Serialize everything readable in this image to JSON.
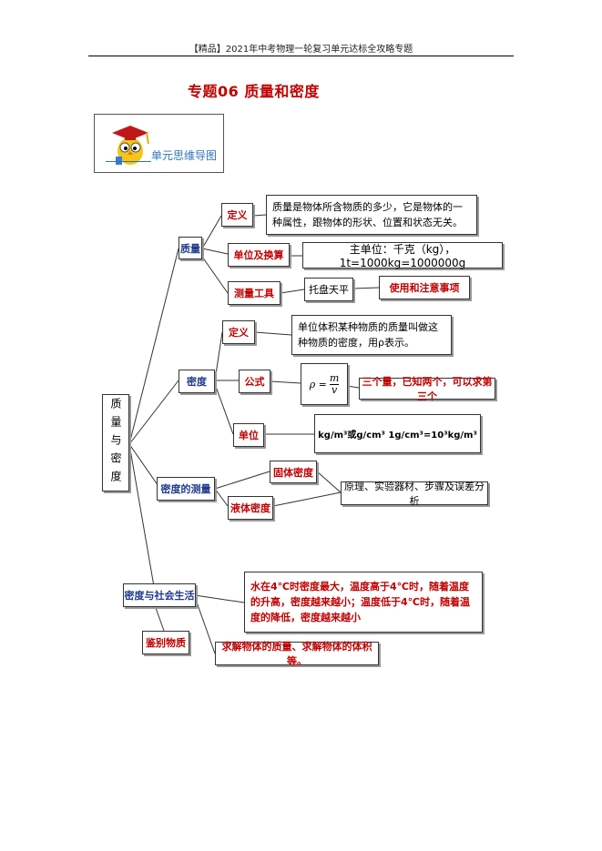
{
  "header": {
    "text": "【精品】2021年中考物理一轮复习单元达标全攻略专题"
  },
  "title": "专题06  质量和密度",
  "banner": {
    "label": "单元思维导图",
    "icon": "graduate-owl-icon"
  },
  "root": {
    "label": "质量与密度"
  },
  "nodes": {
    "mass": "质量",
    "mass_definition": "定义",
    "mass_definition_text": "质量是物体所含物质的多少，它是物体的一种属性，跟物体的形状、位置和状态无关。",
    "mass_units": "单位及换算",
    "mass_units_text": "主单位：千克（kg），1t=1000kg=1000000g",
    "mass_tools": "测量工具",
    "mass_tools_text": "托盘天平",
    "mass_tools_note": "使用和注意事项",
    "density": "密度",
    "density_definition": "定义",
    "density_definition_text": "单位体积某种物质的质量叫做这种物质的密度，用ρ表示。",
    "density_formula": "公式",
    "density_formula_expr": "ρ = m/v",
    "density_formula_note": "三个量，已知两个，可以求第三个",
    "density_unit": "单位",
    "density_unit_text": "kg/m³或g/cm³    1g/cm³=10³kg/m³",
    "density_measure": "密度的测量",
    "solid_density": "固体密度",
    "liquid_density": "液体密度",
    "measure_text": "原理、实验器材、步骤及误差分析",
    "density_life": "密度与社会生活",
    "density_life_text": "水在4℃时密度最大，温度高于4℃时，随着温度的升高，密度越来越小；温度低于4℃时，随着温度的降低，密度越来越小",
    "identify": "鉴别物质",
    "identify_text": "求解物体的质量、求解物体的体积等。"
  },
  "colors": {
    "title": "#c00000",
    "blue_label": "#1f3b8c",
    "red_label": "#c00000",
    "banner_text": "#2e75b6"
  }
}
